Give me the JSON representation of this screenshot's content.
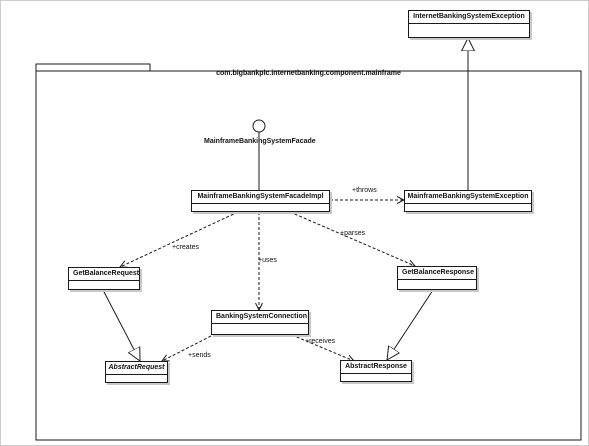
{
  "package": {
    "name": "com.bigbankplc.internetbanking.component.mainframe"
  },
  "interface": {
    "name": "MainframeBankingSystemFacade"
  },
  "classes": {
    "internet_exception": "InternetBankingSystemException",
    "facade_impl": "MainframeBankingSystemFacadeImpl",
    "mainframe_exception": "MainframeBankingSystemException",
    "get_balance_request": "GetBalanceRequest",
    "get_balance_response": "GetBalanceResponse",
    "connection": "BankingSystemConnection",
    "abstract_request": "AbstractRequest",
    "abstract_response": "AbstractResponse"
  },
  "relations": {
    "throws": "+throws",
    "creates": "+creates",
    "uses": "+uses",
    "parses": "+parses",
    "sends": "+sends",
    "receives": "+receives"
  },
  "colors": {
    "line": "#1a1a1a",
    "shadow": "#c9c9c9",
    "border": "#cccccc"
  }
}
